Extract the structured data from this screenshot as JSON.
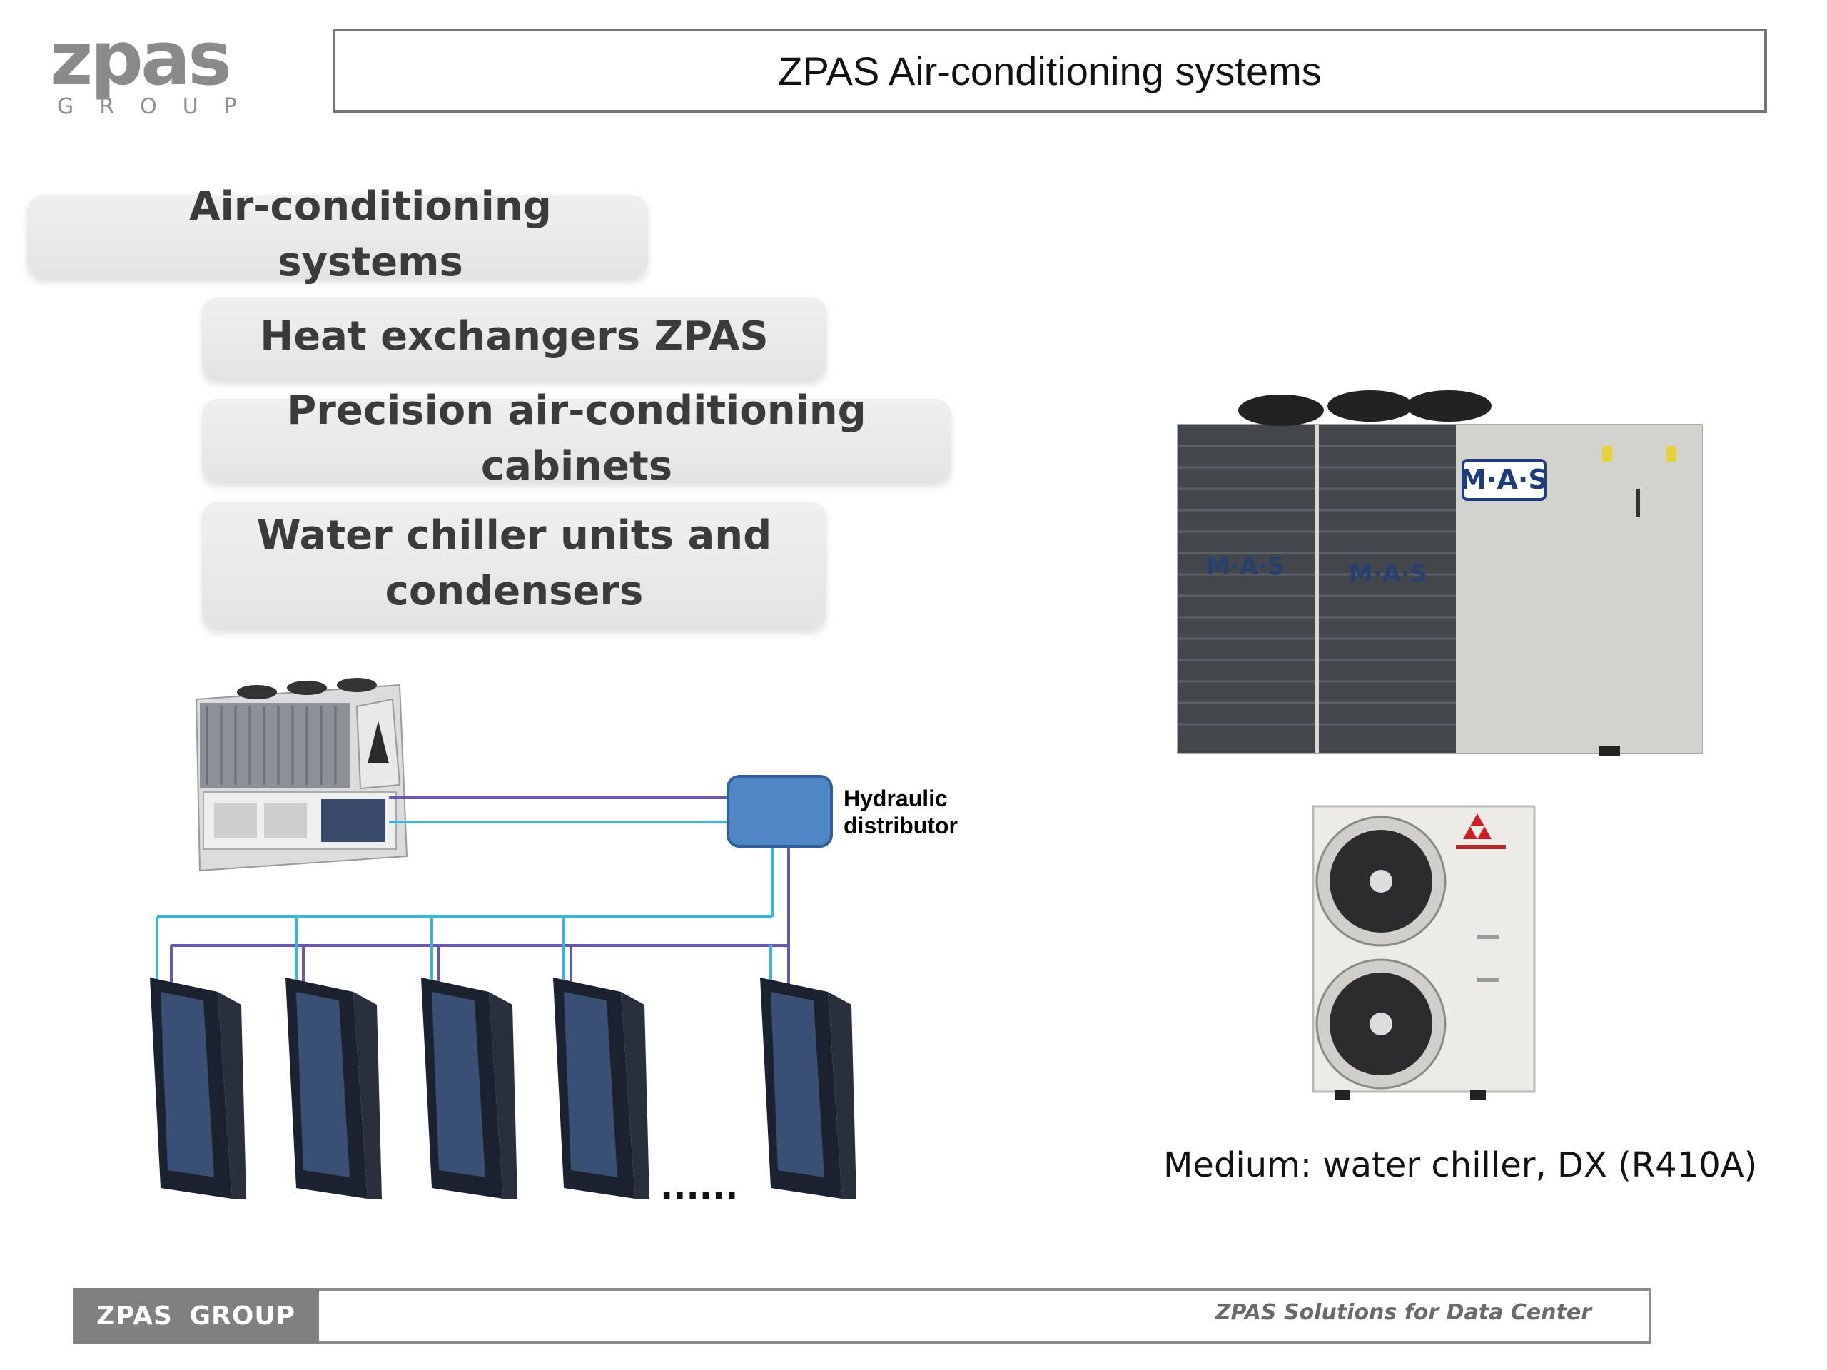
{
  "header": {
    "logo_main": "zpas",
    "logo_sub": "GROUP",
    "title": "ZPAS Air-conditioning systems"
  },
  "menu": {
    "items": [
      {
        "label": "Air-conditioning systems"
      },
      {
        "label": "Heat exchangers ZPAS"
      },
      {
        "label": "Precision air-conditioning cabinets"
      },
      {
        "label": "Water chiller units and condensers"
      }
    ]
  },
  "diagram": {
    "distributor_label_line1": "Hydraulic",
    "distributor_label_line2": "distributor",
    "ellipsis": "......",
    "pipe_colors": {
      "supply": "#37b7d6",
      "return": "#6a55b0"
    },
    "distributor_color": "#4f86c6"
  },
  "products": {
    "mas_brand": "M·A·S",
    "caption": "Medium: water chiller, DX (R410A)"
  },
  "footer": {
    "left": "ZPAS GROUP",
    "right": "ZPAS Solutions for Data Center"
  }
}
